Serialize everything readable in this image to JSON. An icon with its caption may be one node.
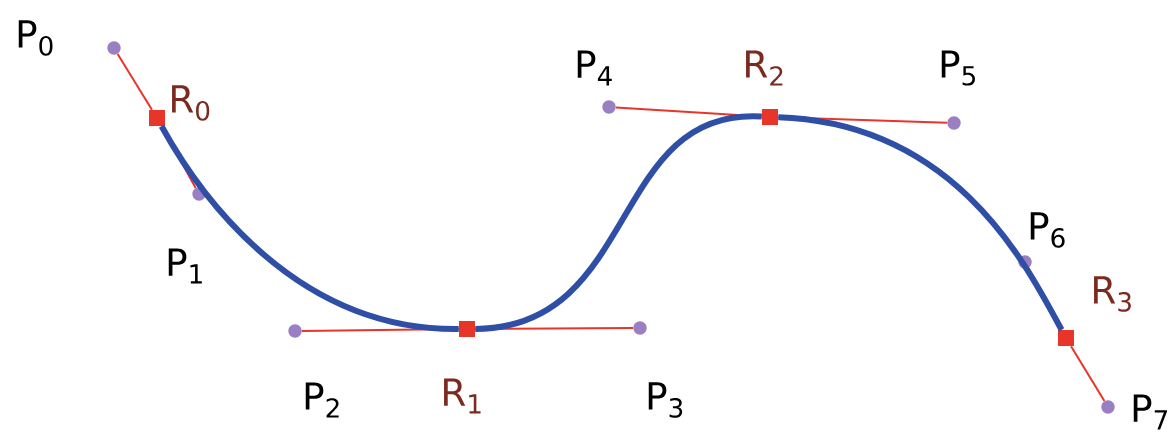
{
  "diagram": {
    "nodes": [
      {
        "text": [],
        "shape": "circle",
        "beside": [
          "P$_{0}$"
        ]
      },
      {
        "text": [],
        "shape": "box",
        "beside": [
          "R$_{0}$"
        ]
      },
      {
        "text": [],
        "shape": "circle",
        "beside": [
          "P$_{1}$"
        ]
      },
      {
        "text": [],
        "shape": "circle",
        "beside": [
          "P$_{2}$"
        ]
      },
      {
        "text": [],
        "shape": "box",
        "beside": [
          "R$_{1}$"
        ]
      },
      {
        "text": [],
        "shape": "circle",
        "beside": [
          "P$_{3}$"
        ]
      },
      {
        "text": [],
        "shape": "circle",
        "beside": [
          "P$_{4}$"
        ]
      },
      {
        "text": [],
        "shape": "box",
        "beside": [
          "R$_{2}$"
        ]
      },
      {
        "text": [],
        "shape": "circle",
        "beside": [
          "P$_{5}$"
        ]
      },
      {
        "text": [],
        "shape": "circle",
        "beside": [
          "P$_{6}$"
        ]
      },
      {
        "text": [],
        "shape": "box",
        "beside": [
          "R$_{3}$"
        ]
      },
      {
        "text": [],
        "shape": "circle",
        "beside": [
          "P$_{7}$"
        ]
      }
    ],
    "edges": [
      {
        "from": 0,
        "to": 1,
        "arrow": "none"
      },
      {
        "from": 1,
        "to": 2,
        "arrow": "none"
      },
      {
        "from": 3,
        "to": 4,
        "arrow": "none"
      },
      {
        "from": 4,
        "to": 5,
        "arrow": "none"
      },
      {
        "from": 6,
        "to": 7,
        "arrow": "none"
      },
      {
        "from": 7,
        "to": 8,
        "arrow": "none"
      },
      {
        "from": 9,
        "to": 10,
        "arrow": "none"
      },
      {
        "from": 10,
        "to": 11,
        "arrow": "none"
      },
      {
        "from": 1,
        "to": 4,
        "arrow": "none",
        "style": "thick",
        "color": "#2f4ea6"
      },
      {
        "from": 4,
        "to": 7,
        "arrow": "none",
        "style": "thick",
        "color": "#2f4ea6"
      },
      {
        "from": 7,
        "to": 10,
        "arrow": "none",
        "style": "thick",
        "color": "#2f4ea6"
      }
    ]
  }
}
